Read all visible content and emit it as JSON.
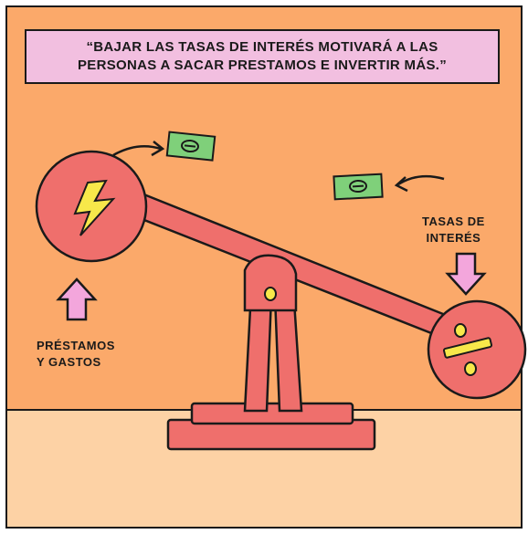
{
  "caption": {
    "line1": "“BAJAR LAS TASAS DE INTERÉS MOTIVARÁ A LAS",
    "line2": "PERSONAS A SACAR PRESTAMOS E INVERTIR MÁS.”"
  },
  "labels": {
    "loans_line1": "PRÉSTAMOS",
    "loans_line2": "Y GASTOS",
    "rates_line1": "TASAS DE",
    "rates_line2": "INTERÉS"
  },
  "icons": [
    "lightning-icon",
    "percent-icon",
    "money-bill-icon",
    "arrow-up-icon",
    "arrow-down-icon"
  ],
  "colors": {
    "background": "#fba96a",
    "floor": "#fdd2a5",
    "seesaw": "#ef6f6c",
    "quote_box": "#f2bfe0",
    "arrow": "#f3a6dc",
    "money": "#7fd07a",
    "accent_yellow": "#f7e84a"
  }
}
